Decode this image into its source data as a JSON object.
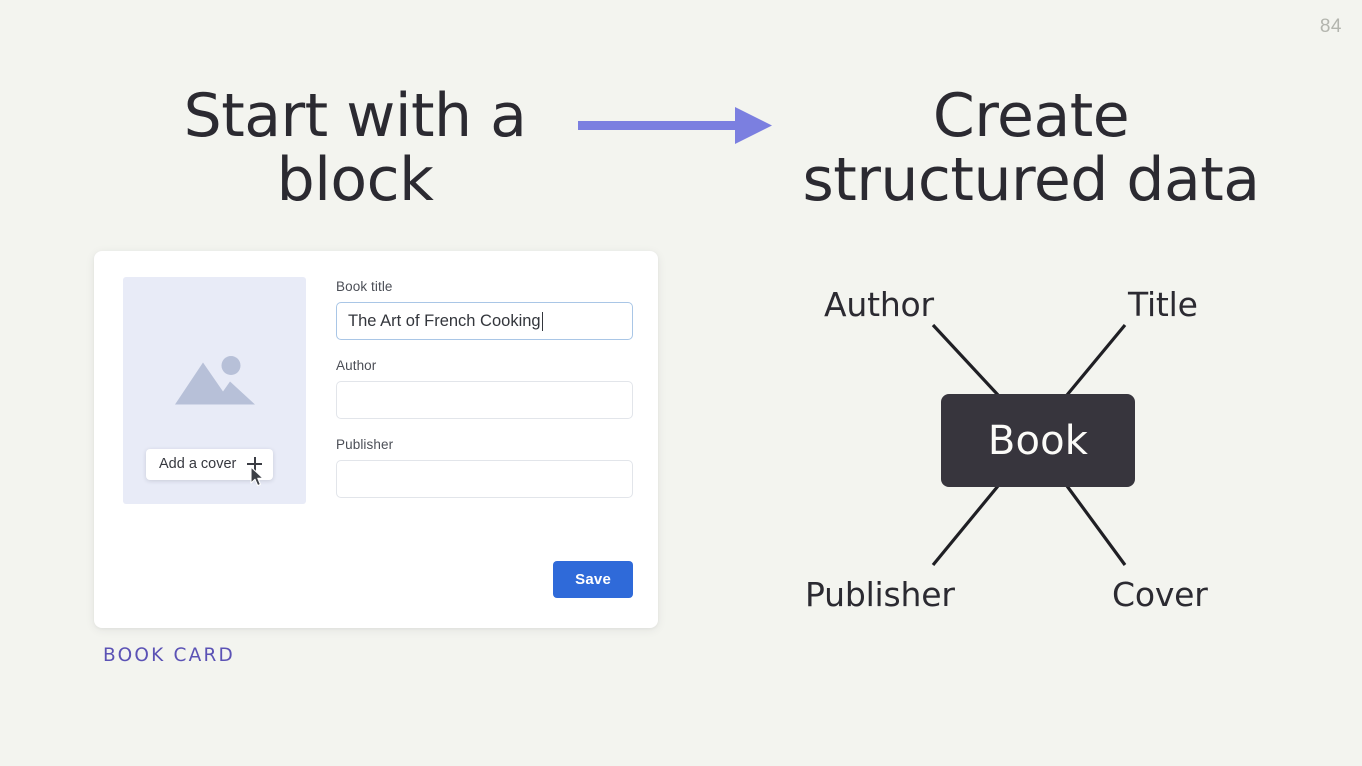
{
  "slide": {
    "page_number": "84",
    "background_color": "#f3f4ef",
    "accent_arrow_color": "#7b7fe0",
    "caption_color": "#5b52b5"
  },
  "headings": {
    "left": "Start with a block",
    "right": "Create structured data"
  },
  "arrow": {
    "icon": "right-arrow-icon",
    "color": "#7b7fe0"
  },
  "card": {
    "caption": "BOOK CARD",
    "cover": {
      "icon": "image-placeholder-icon",
      "background_color": "#e8ebf7",
      "add_cover_label": "Add a cover",
      "plus_icon": "plus-icon"
    },
    "fields": [
      {
        "label": "Book title",
        "value": "The Art of French Cooking",
        "placeholder": "",
        "focused": true
      },
      {
        "label": "Author",
        "value": "",
        "placeholder": "",
        "focused": false
      },
      {
        "label": "Publisher",
        "value": "",
        "placeholder": "",
        "focused": false
      }
    ],
    "save_label": "Save",
    "save_color": "#2f6ad9"
  },
  "diagram": {
    "entity": "Book",
    "entity_color": "#37353d",
    "attributes": {
      "top_left": "Author",
      "top_right": "Title",
      "bottom_left": "Publisher",
      "bottom_right": "Cover"
    }
  }
}
